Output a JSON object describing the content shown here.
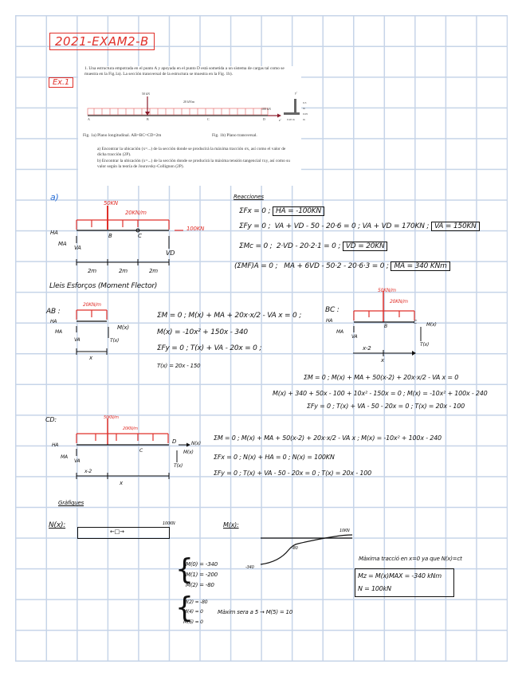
{
  "header": {
    "title": "2021-EXAM2-B",
    "exercise_label": "Ex.1"
  },
  "problem": {
    "intro": "1. Una estructura empotrada en el punto A y apoyada en el punto D está sometida a un sistema de cargas tal como se muestra en la Fig.1a). La sección transversal de la estructura se muestra en la Fig. 1b).",
    "fig_load_point": "50 kN",
    "fig_load_dist": "20 kN/m",
    "fig_load_axial": "100 kN",
    "fig_points": [
      "A",
      "B",
      "C",
      "D"
    ],
    "fig_dim_1": "0.3 m",
    "fig_dim_2": "0.05 m",
    "fig_dim_3": "0.20 m",
    "fig_axis_y": "y'",
    "fig_axis_z": "z'",
    "caption_a": "Fig. 1a) Plano longitudinal. AB=BC=CD=2m",
    "caption_b": "Fig. 1b) Plano transversal.",
    "question_a": "a) Encontrar la ubicación (x=...) de la sección donde se producirá la máxima tracción σx, así como el valor de dicha tracción (2P).",
    "question_b": "b) Encontrar la ubicación (x=...) de la sección donde se producirá la máxima tensión tangencial τxy, así como su valor según la teoría de Jouravsky-Collignon (2P)."
  },
  "part_a": {
    "label": "a)",
    "diagram": {
      "point_load": "50KN",
      "dist_load": "20KN/m",
      "axial_load": "100KN",
      "ha": "HA",
      "ma": "MA",
      "va": "VA",
      "vd": "VD",
      "b": "B",
      "c": "C",
      "spans": [
        "2m",
        "2m",
        "2m"
      ]
    },
    "reactions": {
      "title": "Reacciones",
      "rows": [
        {
          "eq": "ΣFx = 0 ;",
          "work": "",
          "result": "HA = -100KN"
        },
        {
          "eq": "ΣFy = 0 ;",
          "work": "VA + VD - 50 - 20·6 = 0 ;   VA + VD = 170KN ;",
          "result": "VA = 150KN"
        },
        {
          "eq": "ΣMc = 0 ;",
          "work": "2·VD - 20·2·1 = 0 ;",
          "result": "VD = 20KN"
        },
        {
          "eq": "(ΣMF)A = 0 ;",
          "work": "MA + 6VD - 50·2 - 20·6·3 = 0 ;",
          "result": "MA = 340 KNm"
        }
      ]
    },
    "internal_forces_title": "Lleis Esforços  (Moment Flector)",
    "ab": {
      "label": "AB :",
      "load": "20KN/m",
      "labels": {
        "ha": "HA",
        "ma": "MA",
        "va": "VA",
        "mx": "M(x)",
        "tx": "T(x)",
        "x": "x"
      },
      "eqs": [
        "ΣM = 0 ;  M(x) + MA + 20x·x/2 - VA x = 0 ;",
        "M(x) = -10x² + 150x - 340",
        "ΣFy = 0 ;  T(x) + VA - 20x = 0 ;",
        "T(x) = 20x - 150"
      ]
    },
    "bc": {
      "label": "BC :",
      "point_load": "50KN/m",
      "dist_load": "20KN/m",
      "labels": {
        "ha": "HA",
        "ma": "MA",
        "va": "VA",
        "b": "B",
        "c": "C",
        "mx": "M(x)",
        "tx": "T(x)",
        "x2": "x-2",
        "x": "x"
      },
      "eqs": [
        "ΣM = 0 ;  M(x) + MA + 50(x-2) + 20x·x/2 - VA x = 0",
        "M(x) + 340 + 50x - 100 + 10x² - 150x = 0 ;  M(x) = -10x² + 100x - 240",
        "ΣFy = 0 ;  T(x) + VA - 50 - 20x = 0 ;  T(x) = 20x - 100"
      ]
    },
    "cd": {
      "label": "CD:",
      "point_load": "50KN/m",
      "dist_load": "20KN/m",
      "labels": {
        "ha": "HA",
        "ma": "MA",
        "va": "VA",
        "c": "C",
        "d": "D",
        "nx": "N(x)",
        "mx": "M(x)",
        "tx": "T(x)",
        "x2": "x-2",
        "x": "x"
      },
      "eqs": [
        "ΣM = 0 ;  M(x) + MA + 50(x-2) + 20x·x/2 - VA x ;   M(x) = -10x² + 100x - 240",
        "ΣFx = 0 ;  N(x) + HA = 0 ;   N(x) = 100KN",
        "ΣFy = 0 ;  T(x) + VA - 50 - 20x = 0 ;  T(x) = 20x - 100"
      ]
    },
    "graphs": {
      "title": "Gràfiques",
      "nx_label": "N(x):",
      "nx_value": "100KN",
      "nx_arrow": "←□→",
      "mx_label": "M(x):",
      "mx_points": {
        "start": "-340",
        "mid": "-80",
        "end": "10KN"
      },
      "values_group1": [
        "M(0) = -340",
        "M(1) = -200",
        "M(2) = -80"
      ],
      "values_group2": [
        "M(2) = -80",
        "M(4) = 0",
        "M(6) = 0"
      ],
      "max_note": "Màxim sera a 5 → M(5) = 10",
      "conclusion": "Màxima tracció en x=0 ya que N(x)=ct",
      "result_mz": "Mz = M(x)MAX = -340 kNm",
      "result_n": "N = 100kN"
    }
  }
}
